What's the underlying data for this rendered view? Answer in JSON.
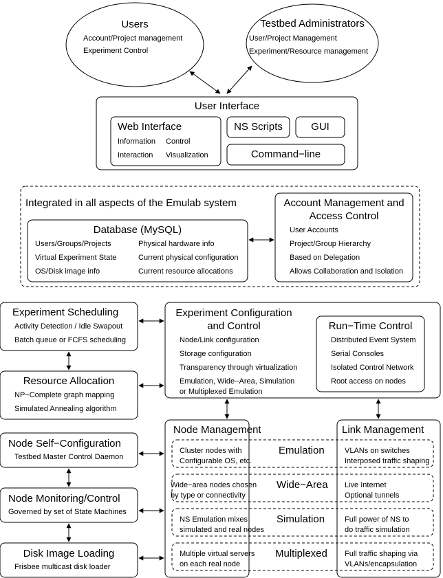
{
  "users": {
    "title": "Users",
    "items": [
      "Account/Project management",
      "Experiment Control"
    ]
  },
  "admins": {
    "title": "Testbed Administrators",
    "items": [
      "User/Project Management",
      "Experiment/Resource management"
    ]
  },
  "ui": {
    "title": "User Interface",
    "web": {
      "title": "Web Interface",
      "items": [
        "Information",
        "Control",
        "Interaction",
        "Visualization"
      ]
    },
    "ns_scripts": "NS Scripts",
    "gui": "GUI",
    "cmdline": "Command−line"
  },
  "integrated": {
    "title": "Integrated in all aspects of the Emulab system",
    "database": {
      "title": "Database (MySQL)",
      "left": [
        "Users/Groups/Projects",
        "Virtual Experiment State",
        "OS/Disk image info"
      ],
      "right": [
        "Physical hardware info",
        "Current physical configuration",
        "Current resource allocations"
      ]
    },
    "account": {
      "title_1": "Account Management and",
      "title_2": "Access Control",
      "items": [
        "User Accounts",
        "Project/Group Hierarchy",
        "Based on Delegation",
        "Allows Collaboration and Isolation"
      ]
    }
  },
  "scheduling": {
    "title": "Experiment Scheduling",
    "items": [
      "Activity Detection / Idle Swapout",
      "Batch queue or FCFS scheduling"
    ]
  },
  "resource": {
    "title": "Resource Allocation",
    "items": [
      "NP−Complete graph mapping",
      "Simulated Annealing algorithm"
    ]
  },
  "selfconfig": {
    "title": "Node Self−Configuration",
    "items": [
      "Testbed Master Control Daemon"
    ]
  },
  "monitoring": {
    "title": "Node Monitoring/Control",
    "items": [
      "Governed by set of State Machines"
    ]
  },
  "diskimage": {
    "title": "Disk Image Loading",
    "items": [
      "Frisbee multicast disk loader"
    ]
  },
  "expconfig": {
    "title_1": "Experiment Configuration",
    "title_2": "and Control",
    "items": [
      "Node/Link configuration",
      "Storage configuration",
      "Transparency through virtualization",
      "Emulation, Wide−Area, Simulation",
      "or Multiplexed Emulation"
    ]
  },
  "runtime": {
    "title": "Run−Time Control",
    "items": [
      "Distributed Event System",
      "Serial Consoles",
      "Isolated Control Network",
      "Root access on nodes"
    ]
  },
  "nodemgmt": {
    "title": "Node Management"
  },
  "linkmgmt": {
    "title": "Link Management"
  },
  "modes": [
    {
      "name": "Emulation",
      "node": [
        "Cluster nodes with",
        "Configurable OS, etc."
      ],
      "link": [
        "VLANs on switches",
        "Interposed traffic shaping"
      ]
    },
    {
      "name": "Wide−Area",
      "node": [
        "Wide−area nodes chosen",
        "by type or connectivity"
      ],
      "link": [
        "Live Internet",
        "Optional tunnels"
      ]
    },
    {
      "name": "Simulation",
      "node": [
        "NS Emulation mixes",
        "simulated and real nodes"
      ],
      "link": [
        "Full power of NS to",
        "do traffic simulation"
      ]
    },
    {
      "name": "Multiplexed",
      "node": [
        "Multiple virtual servers",
        "on each real node"
      ],
      "link": [
        "Full traffic shaping via",
        "VLANs/encapsulation"
      ]
    }
  ]
}
